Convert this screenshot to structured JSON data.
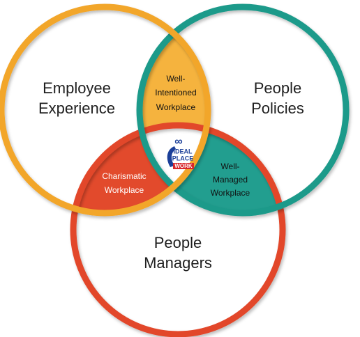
{
  "colors": {
    "experience": "#f2a62c",
    "policies": "#1c9a8a",
    "managers": "#e2472b",
    "well_intentioned_fill": "#f5b33e",
    "charismatic_fill": "#e24a2c",
    "well_managed_fill": "#229e8f",
    "logo_blue": "#1b3f99",
    "logo_red": "#d8262b"
  },
  "circles": {
    "employee_experience": [
      "Employee",
      "Experience"
    ],
    "people_policies": [
      "People",
      "Policies"
    ],
    "people_managers": [
      "People",
      "Managers"
    ]
  },
  "overlaps": {
    "well_intentioned": [
      "Well-",
      "Intentioned",
      "Workplace"
    ],
    "charismatic": [
      "Charismatic",
      "Workplace"
    ],
    "well_managed": [
      "Well-",
      "Managed",
      "Workplace"
    ]
  },
  "logo": {
    "symbol": "∞",
    "lines": [
      "IDEAL",
      "PLACE",
      "WORK"
    ],
    "icon": "ideal-place-to-work-logo"
  }
}
